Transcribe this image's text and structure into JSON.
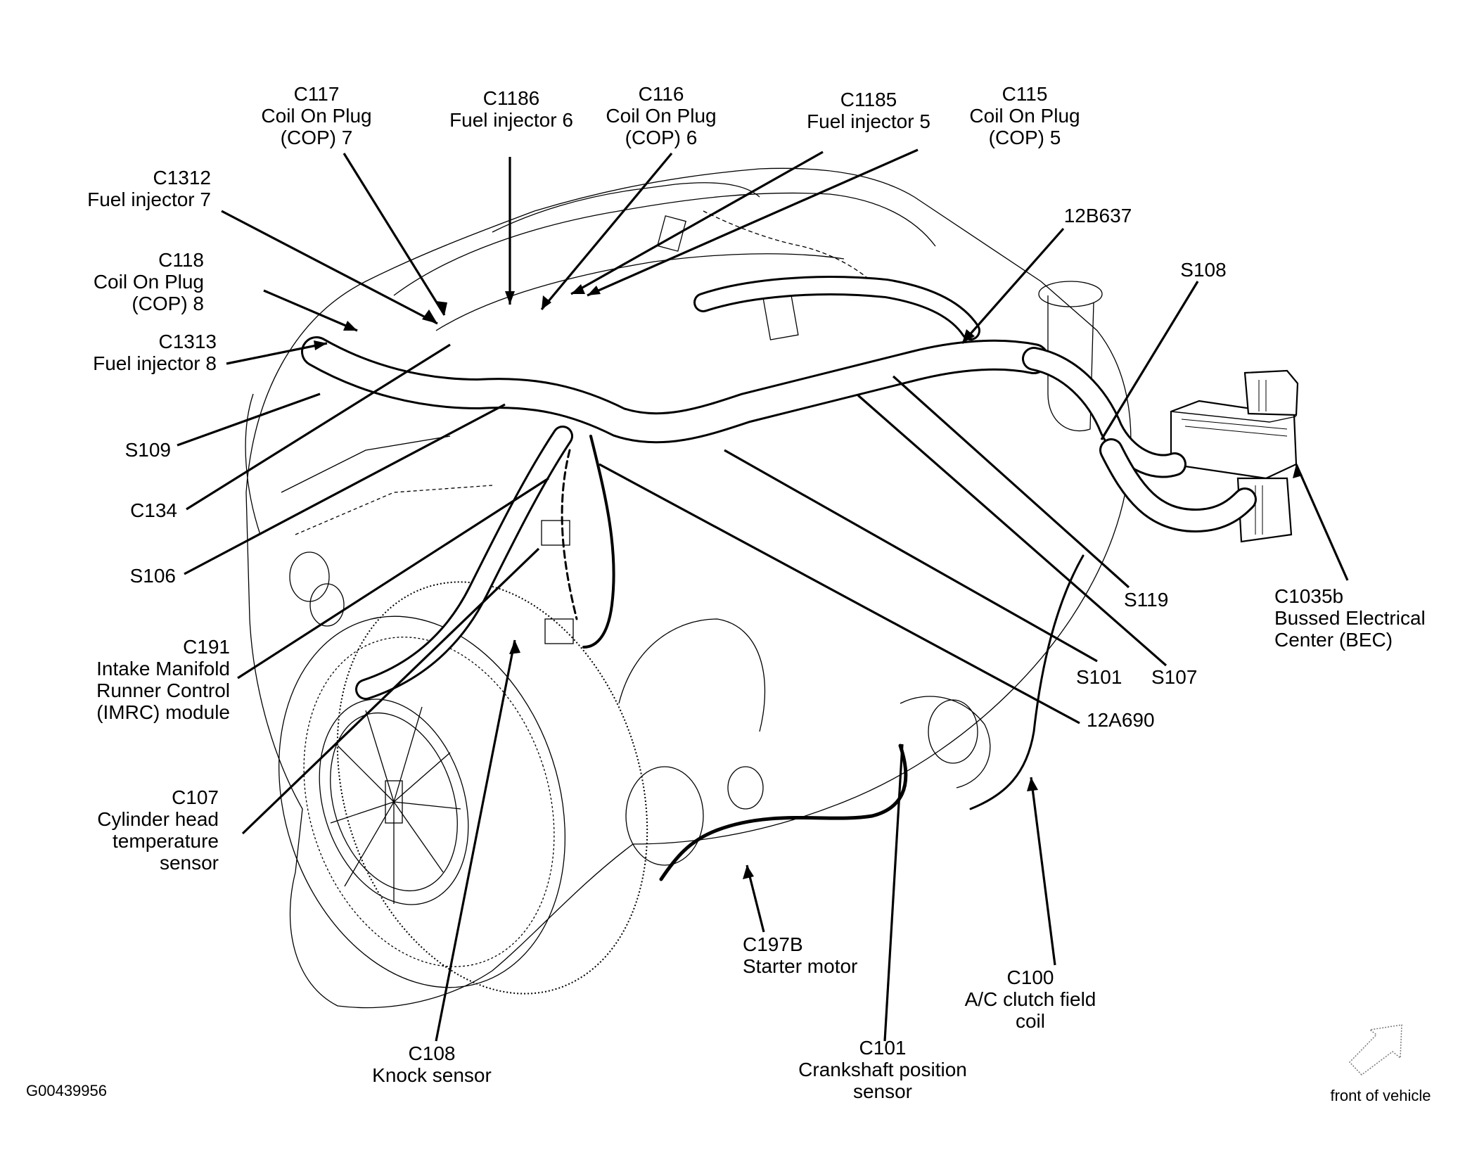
{
  "figure": {
    "id": "G00439956",
    "orientation_label": "front of vehicle",
    "orientation_icon": "front-of-vehicle-arrow-icon"
  },
  "callouts": {
    "c117": {
      "code": "C117",
      "lines": [
        "Coil On Plug",
        "(COP) 7"
      ]
    },
    "c1186": {
      "code": "C1186",
      "lines": [
        "Fuel injector 6"
      ]
    },
    "c116": {
      "code": "C116",
      "lines": [
        "Coil On Plug",
        "(COP) 6"
      ]
    },
    "c1185": {
      "code": "C1185",
      "lines": [
        "Fuel injector 5"
      ]
    },
    "c115": {
      "code": "C115",
      "lines": [
        "Coil On Plug",
        "(COP) 5"
      ]
    },
    "c1312": {
      "code": "C1312",
      "lines": [
        "Fuel injector 7"
      ]
    },
    "c118": {
      "code": "C118",
      "lines": [
        "Coil On Plug",
        "(COP) 8"
      ]
    },
    "c1313": {
      "code": "C1313",
      "lines": [
        "Fuel injector 8"
      ]
    },
    "s109": {
      "code": "S109"
    },
    "c134": {
      "code": "C134"
    },
    "s106": {
      "code": "S106"
    },
    "c191": {
      "code": "C191",
      "lines": [
        "Intake Manifold",
        "Runner Control",
        "(IMRC) module"
      ]
    },
    "c107": {
      "code": "C107",
      "lines": [
        "Cylinder head",
        "temperature",
        "sensor"
      ]
    },
    "c108": {
      "code": "C108",
      "lines": [
        "Knock sensor"
      ]
    },
    "c197b": {
      "code": "C197B",
      "lines": [
        "Starter motor"
      ]
    },
    "c101": {
      "code": "C101",
      "lines": [
        "Crankshaft position",
        "sensor"
      ]
    },
    "c100": {
      "code": "C100",
      "lines": [
        "A/C clutch field",
        "coil"
      ]
    },
    "p12b637": {
      "code": "12B637"
    },
    "s108": {
      "code": "S108"
    },
    "s119": {
      "code": "S119"
    },
    "s101": {
      "code": "S101"
    },
    "s107": {
      "code": "S107"
    },
    "p12a690": {
      "code": "12A690"
    },
    "c1035b": {
      "code": "C1035b",
      "lines": [
        "Bussed Electrical",
        "Center (BEC)"
      ]
    }
  }
}
